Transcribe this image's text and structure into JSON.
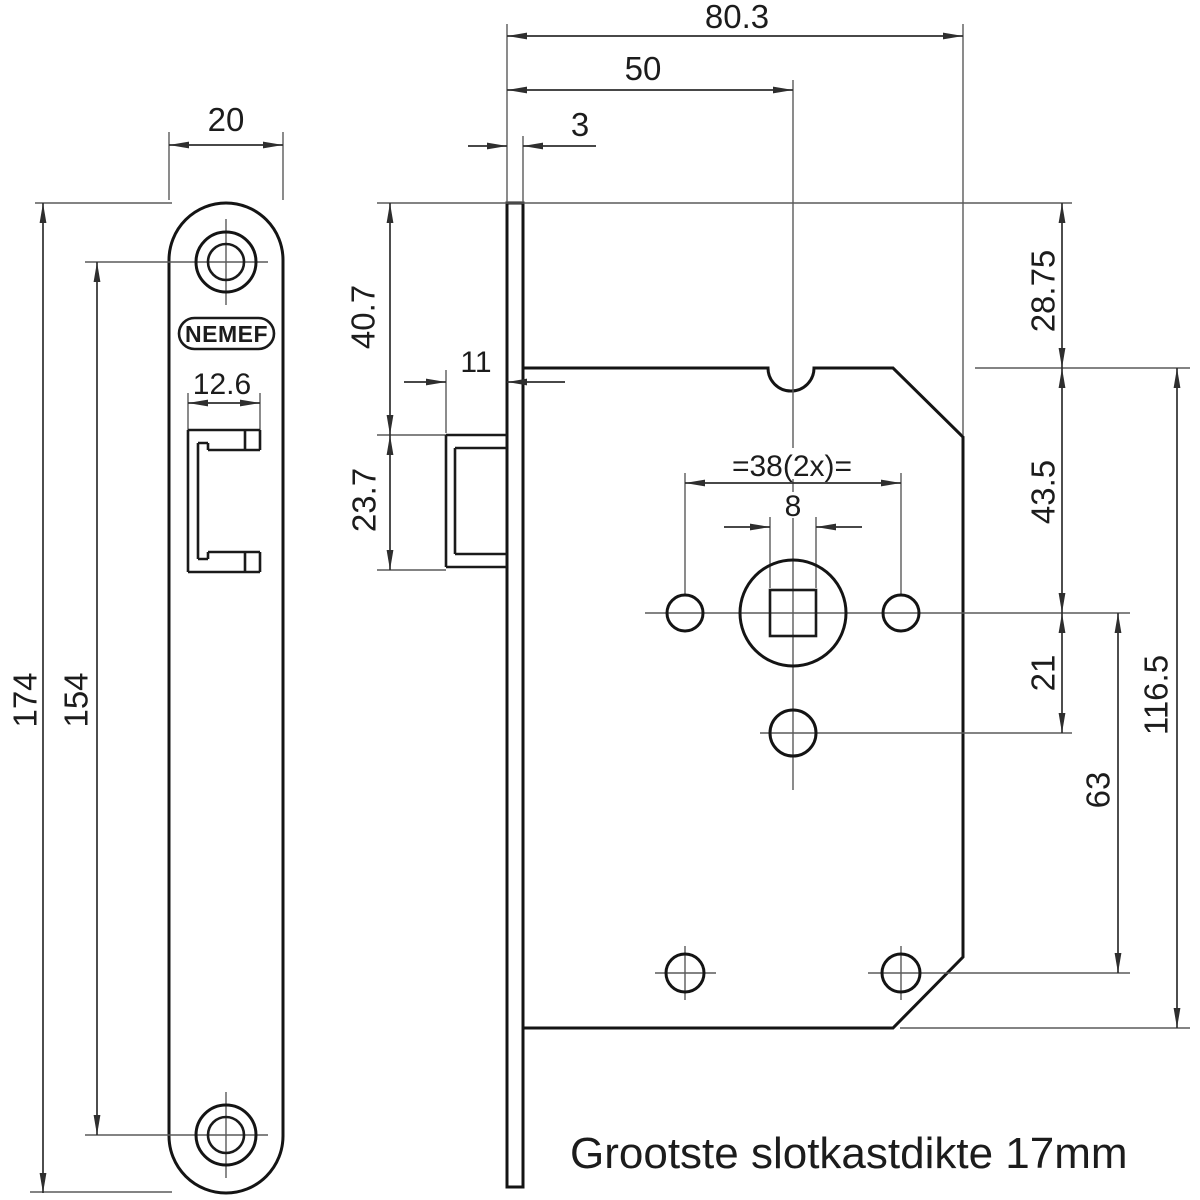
{
  "drawing": {
    "brand": "NEMEF",
    "note": "Grootste slotkastdikte 17mm",
    "dims": {
      "faceplate_width": "20",
      "latch_cutout_width": "12.6",
      "faceplate_height": "174",
      "screw_spacing": "154",
      "case_depth_total": "80.3",
      "backset": "50",
      "faceplate_thickness": "3",
      "top_to_latch": "40.7",
      "latch_protrusion": "11",
      "latch_height": "23.7",
      "top_to_case_top": "28.75",
      "case_top_to_spindle": "43.5",
      "handle_screw_spacing": "=38(2x)=",
      "spindle_square": "8",
      "spindle_to_cylinder": "21",
      "spindle_to_case_screws": "63",
      "case_height": "116.5"
    }
  }
}
